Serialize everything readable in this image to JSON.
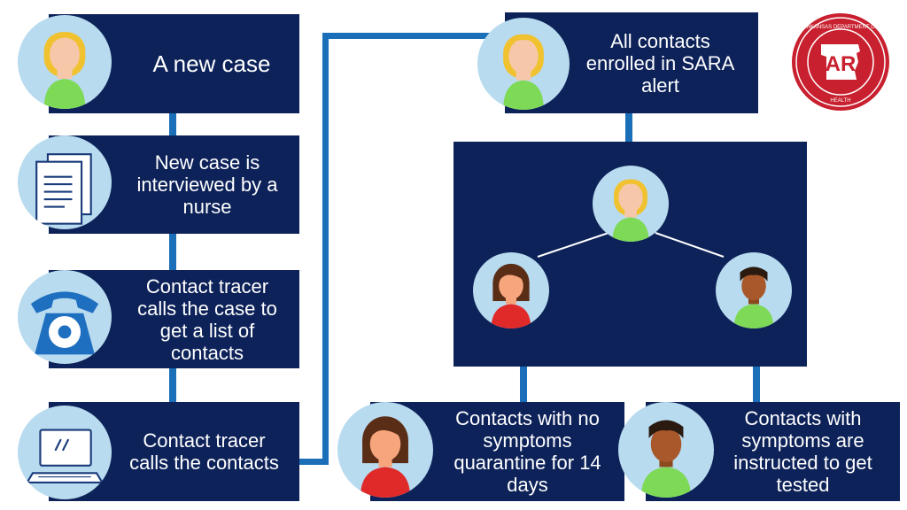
{
  "steps": {
    "new_case": "A new case",
    "interview": "New case is\ninterviewed by a\nnurse",
    "tracer_calls_case": "Contact tracer\ncalls the case to\nget a list of\ncontacts",
    "tracer_calls_contacts": "Contact tracer\ncalls the contacts",
    "sara": "All contacts\nenrolled in SARA\nalert",
    "no_symptoms": "Contacts with no\nsymptoms\nquarantine for 14\ndays",
    "symptoms": "Contacts with\nsymptoms are\ninstructed to get\ntested"
  },
  "logo": {
    "name": "Arkansas Department of Health",
    "text": "ARKANSAS DEPARTMENT OF HEALTH",
    "letters": "AR"
  },
  "icons": [
    "blonde-woman-icon",
    "document-icon",
    "telephone-icon",
    "laptop-icon",
    "woman-red-shirt-icon",
    "man-green-shirt-icon",
    "logo-seal"
  ],
  "colors": {
    "box": "#0d2259",
    "connector": "#1a6fb8",
    "circle": "#b8dbef",
    "logo": "#c8202f"
  }
}
